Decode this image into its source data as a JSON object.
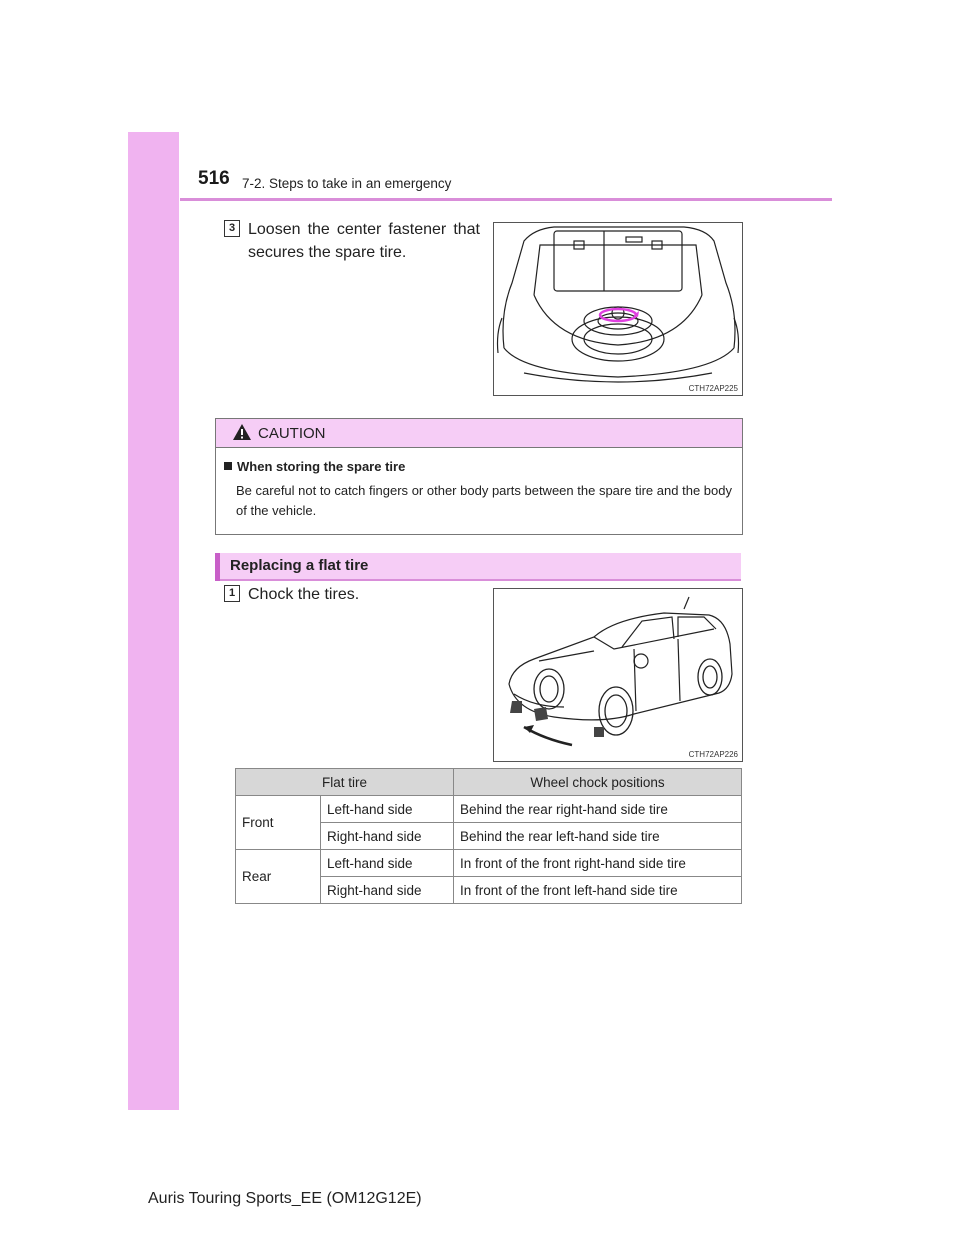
{
  "header": {
    "page_number": "516",
    "section": "7-2. Steps to take in an emergency"
  },
  "step3": {
    "number": "3",
    "text_line1": "Loosen the center fastener that",
    "text_line2": "secures the spare tire."
  },
  "figure1": {
    "code": "CTH72AP225"
  },
  "caution": {
    "title": "CAUTION",
    "subheading": "When storing the spare tire",
    "body": "Be careful not to catch fingers or other body parts between the spare tire and the body of the vehicle."
  },
  "subsection": {
    "title": "Replacing a flat tire"
  },
  "step1": {
    "number": "1",
    "text": "Chock the tires."
  },
  "figure2": {
    "code": "CTH72AP226"
  },
  "table": {
    "headers": [
      "Flat tire",
      "Wheel chock positions"
    ],
    "groups": [
      {
        "label": "Front",
        "rows": [
          {
            "side": "Left-hand side",
            "position": "Behind the rear right-hand side tire"
          },
          {
            "side": "Right-hand side",
            "position": "Behind the rear left-hand side tire"
          }
        ]
      },
      {
        "label": "Rear",
        "rows": [
          {
            "side": "Left-hand side",
            "position": "In front of the front right-hand side tire"
          },
          {
            "side": "Right-hand side",
            "position": "In front of the front left-hand side tire"
          }
        ]
      }
    ]
  },
  "footer": {
    "text": "Auris Touring Sports_EE (OM12G12E)"
  },
  "colors": {
    "accent": "#f0b3f0",
    "accent_dark": "#c85fc8",
    "header_fill": "#f6cdf6",
    "table_header": "#d7d7d7"
  }
}
